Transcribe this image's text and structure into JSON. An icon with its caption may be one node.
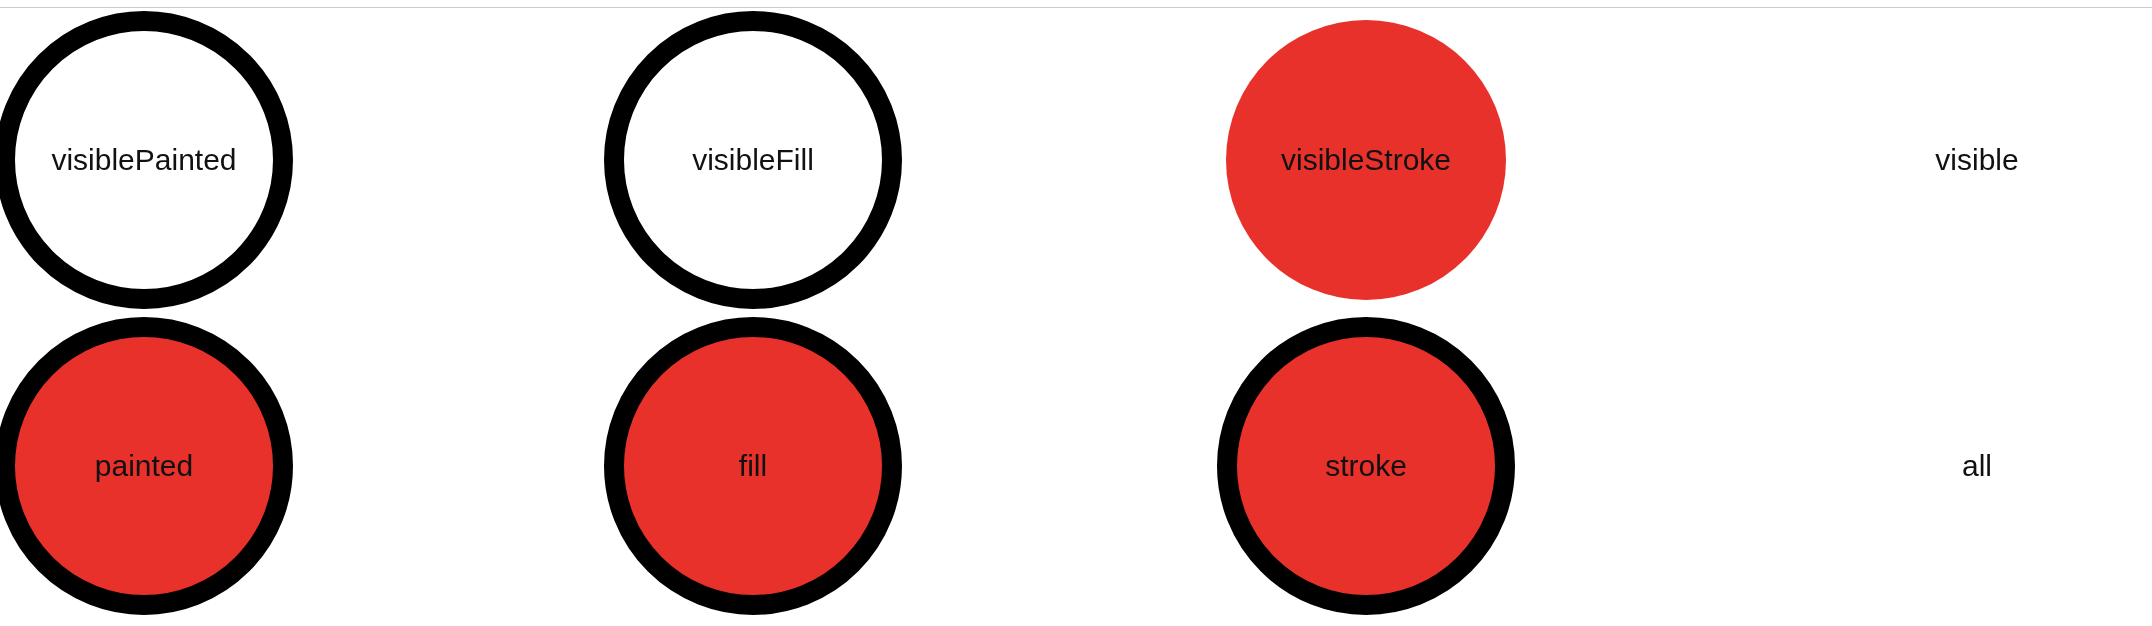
{
  "diagram": {
    "nodes": [
      {
        "text": [
          "visiblePainted"
        ]
      },
      {
        "text": [
          "visibleFill"
        ]
      },
      {
        "text": [
          "visibleStroke"
        ]
      },
      {
        "text": [
          "visible"
        ]
      },
      {
        "text": [
          "painted"
        ]
      },
      {
        "text": [
          "fill"
        ]
      },
      {
        "text": [
          "stroke"
        ]
      },
      {
        "text": [
          "all"
        ]
      }
    ],
    "edges": []
  }
}
